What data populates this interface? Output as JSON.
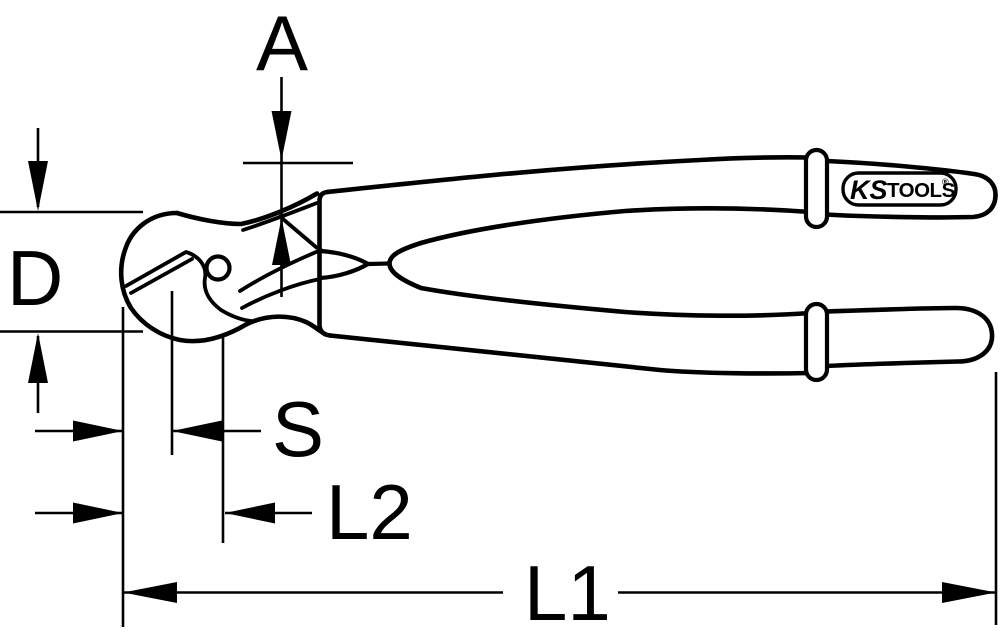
{
  "page": {
    "background": "#ffffff",
    "ink": "#000000"
  },
  "drawing": {
    "dimension_labels": {
      "a": "A",
      "d": "D",
      "s": "S",
      "l2": "L2",
      "l1": "L1"
    },
    "logo": {
      "ks": "KS",
      "tools": "TOOLS",
      "registered": "®"
    }
  }
}
